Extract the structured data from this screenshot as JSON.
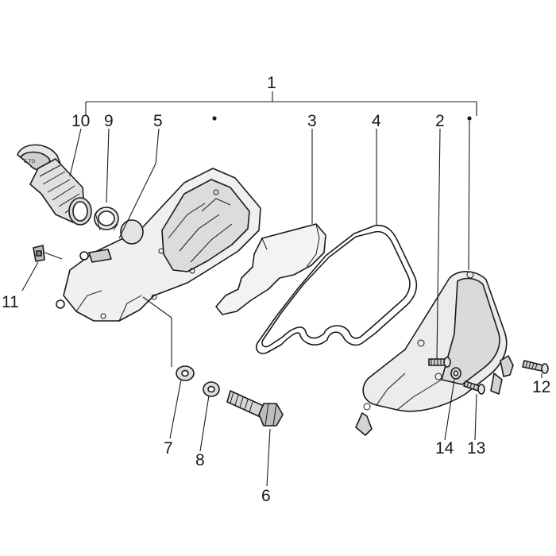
{
  "diagram": {
    "colors": {
      "line": "#1a1a1a",
      "fill_light": "#f2f2f2",
      "fill_mid": "#d9d9d9",
      "fill_dark": "#a9a9a9"
    },
    "callouts": {
      "c1": "1",
      "c2": "2",
      "c3": "3",
      "c4": "4",
      "c5": "5",
      "c6": "6",
      "c7": "7",
      "c8": "8",
      "c9": "9",
      "c10": "10",
      "c11": "11",
      "c12": "12",
      "c13": "13",
      "c14": "14"
    }
  }
}
